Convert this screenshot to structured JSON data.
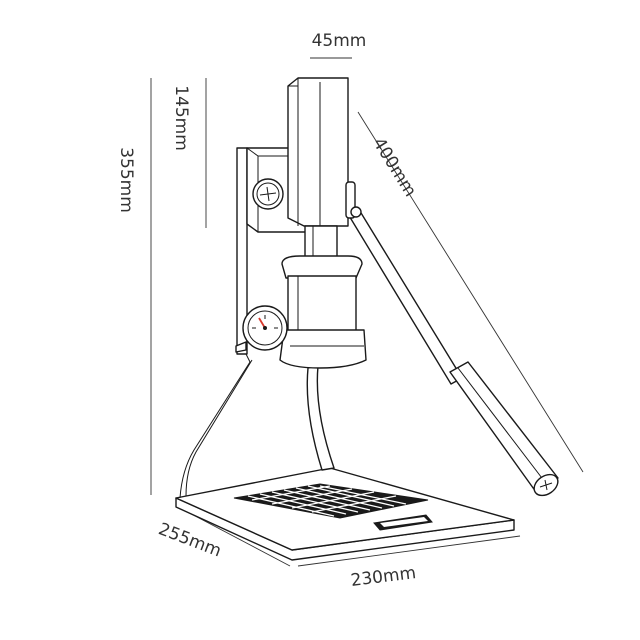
{
  "dimensions": {
    "width_top": "45mm",
    "height_group": "145mm",
    "height_total": "355mm",
    "lever_length": "400mm",
    "depth_base": "255mm",
    "width_base": "230mm"
  },
  "colors": {
    "line": "#1a1a1a",
    "dimension": "#333333",
    "background": "#ffffff",
    "gauge_needle": "#d83a2e"
  },
  "icons": {
    "logo_badge": "airplane-logo-icon",
    "pressure_gauge": "pressure-gauge-icon"
  }
}
